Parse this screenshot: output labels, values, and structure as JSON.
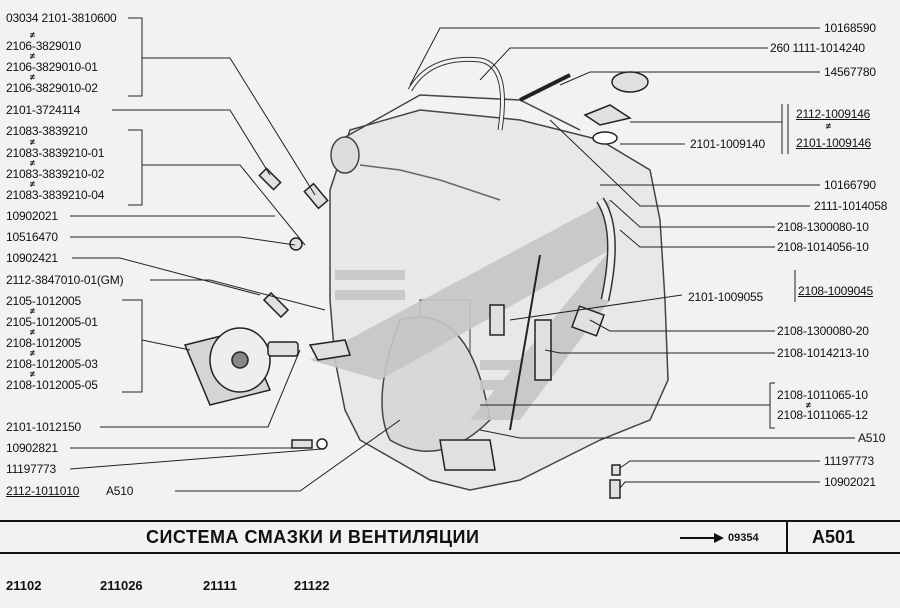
{
  "labels_left": [
    {
      "id": "l1",
      "text": "03034 2101-3810600"
    },
    {
      "id": "l2",
      "text": "2106-3829010"
    },
    {
      "id": "l3",
      "text": "2106-3829010-01"
    },
    {
      "id": "l4",
      "text": "2106-3829010-02"
    },
    {
      "id": "l5",
      "text": "2101-3724114"
    },
    {
      "id": "l6",
      "text": "21083-3839210"
    },
    {
      "id": "l7",
      "text": "21083-3839210-01"
    },
    {
      "id": "l8",
      "text": "21083-3839210-02"
    },
    {
      "id": "l9",
      "text": "21083-3839210-04"
    },
    {
      "id": "l10",
      "text": "10902021"
    },
    {
      "id": "l11",
      "text": "10516470"
    },
    {
      "id": "l12",
      "text": "10902421"
    },
    {
      "id": "l13",
      "text": "2112-3847010-01(GM)"
    },
    {
      "id": "l14",
      "text": "2105-1012005"
    },
    {
      "id": "l15",
      "text": "2105-1012005-01"
    },
    {
      "id": "l16",
      "text": "2108-1012005"
    },
    {
      "id": "l17",
      "text": "2108-1012005-03"
    },
    {
      "id": "l18",
      "text": "2108-1012005-05"
    },
    {
      "id": "l19",
      "text": "2101-1012150"
    },
    {
      "id": "l20",
      "text": "10902821"
    },
    {
      "id": "l21",
      "text": "11197773"
    },
    {
      "id": "l22",
      "text": "2112-1011010"
    },
    {
      "id": "l22b",
      "text": "A510"
    }
  ],
  "labels_right": [
    {
      "id": "r1",
      "text": "10168590"
    },
    {
      "id": "r2",
      "text": "260  1111-1014240"
    },
    {
      "id": "r3",
      "text": "14567780"
    },
    {
      "id": "r4",
      "text": "2112-1009146"
    },
    {
      "id": "r5",
      "text": "2101-1009140"
    },
    {
      "id": "r6",
      "text": "2101-1009146"
    },
    {
      "id": "r7",
      "text": "10166790"
    },
    {
      "id": "r8",
      "text": "2111-1014058"
    },
    {
      "id": "r9",
      "text": "2108-1300080-10"
    },
    {
      "id": "r10",
      "text": "2108-1014056-10"
    },
    {
      "id": "r11",
      "text": "2108-1009045"
    },
    {
      "id": "r12",
      "text": "2101-1009055"
    },
    {
      "id": "r13",
      "text": "2108-1300080-20"
    },
    {
      "id": "r14",
      "text": "2108-1014213-10"
    },
    {
      "id": "r15",
      "text": "2108-1011065-10"
    },
    {
      "id": "r16",
      "text": "2108-1011065-12"
    },
    {
      "id": "r17",
      "text": "A510"
    },
    {
      "id": "r18",
      "text": "11197773"
    },
    {
      "id": "r19",
      "text": "10902021"
    }
  ],
  "title": "СИСТЕМА  СМАЗКИ  И  ВЕНТИЛЯЦИИ",
  "figure_number": "09354",
  "code": "A501",
  "models": [
    "21102",
    "211026",
    "21111",
    "21122"
  ],
  "neq_symbol": "≠"
}
